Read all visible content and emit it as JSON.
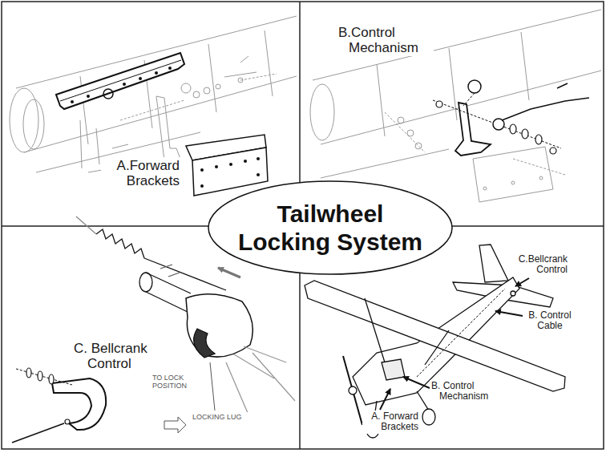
{
  "diagram": {
    "title": "Tailwheel Locking System",
    "labels": [
      "A.Forward Brackets",
      "B.Control Mechanism",
      "C. Bellcrank Control",
      "TO LOCK POSITION",
      "LOCKING LUG",
      "C.Bellcrank Control",
      "B. Control Cable",
      "B. Control Mechanism",
      "A. Forward Brackets"
    ]
  }
}
